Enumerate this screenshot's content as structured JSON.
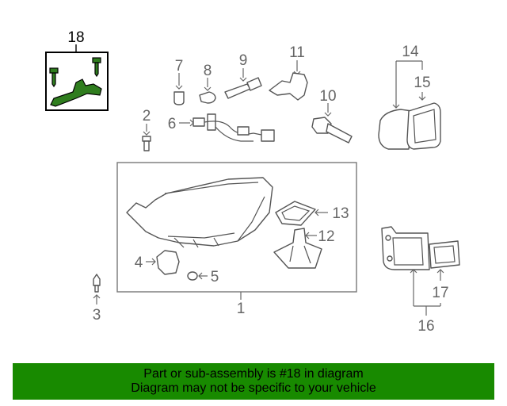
{
  "callouts": {
    "c1": "1",
    "c2": "2",
    "c3": "3",
    "c4": "4",
    "c5": "5",
    "c6": "6",
    "c7": "7",
    "c8": "8",
    "c9": "9",
    "c10": "10",
    "c11": "11",
    "c12": "12",
    "c13": "13",
    "c14": "14",
    "c15": "15",
    "c16": "16",
    "c17": "17",
    "c18": "18"
  },
  "banner": {
    "line1": "Part or sub-assembly is #18 in diagram",
    "line2": "Diagram may not be specific to your vehicle"
  },
  "colors": {
    "banner_bg": "#188a00",
    "highlight_part": "#2f7d1e",
    "line_art": "#555555",
    "callout_text": "#666666"
  }
}
